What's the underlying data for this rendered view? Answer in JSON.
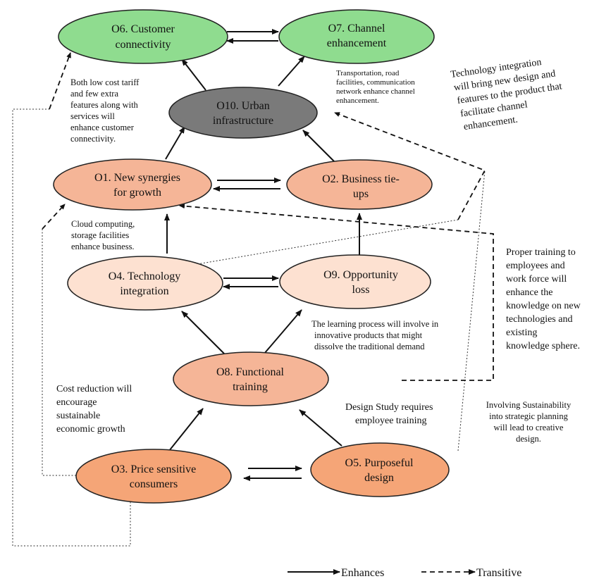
{
  "colors": {
    "green": "#8fdc8f",
    "dark": "#7a7a7a",
    "salmon": "#f5b597",
    "light_peach": "#fde1d1",
    "orange": "#f5a577",
    "line": "#111111"
  },
  "nodes": {
    "o6": {
      "lines": [
        "O6. Customer",
        "connectivity"
      ],
      "color": "green"
    },
    "o7": {
      "lines": [
        "O7. Channel",
        "enhancement"
      ],
      "color": "green"
    },
    "o10": {
      "lines": [
        "O10. Urban",
        "infrastructure"
      ],
      "color": "dark"
    },
    "o1": {
      "lines": [
        "O1. New synergies",
        "for growth"
      ],
      "color": "salmon"
    },
    "o2": {
      "lines": [
        "O2. Business tie-",
        "ups"
      ],
      "color": "salmon"
    },
    "o4": {
      "lines": [
        "O4. Technology",
        "integration"
      ],
      "color": "light_peach"
    },
    "o9": {
      "lines": [
        "O9. Opportunity",
        "loss"
      ],
      "color": "light_peach"
    },
    "o8": {
      "lines": [
        "O8. Functional",
        "training"
      ],
      "color": "salmon"
    },
    "o3": {
      "lines": [
        "O3. Price sensitive",
        "consumers"
      ],
      "color": "orange"
    },
    "o5": {
      "lines": [
        "O5. Purposeful",
        "design"
      ],
      "color": "orange"
    }
  },
  "notes": {
    "customer_connectivity": [
      "Both low cost tariff",
      "and few extra",
      "features along with",
      "services will",
      "enhance customer",
      "connectivity."
    ],
    "channel_enhancement": [
      "Transportation, road",
      "facilities, communication",
      "network enhance channel",
      "enhancement."
    ],
    "technology_integration": [
      "Technology integration",
      "will bring new design and",
      "features to the product that",
      "facilitate channel",
      "enhancement."
    ],
    "cloud_computing": [
      "Cloud computing,",
      "storage facilities",
      "enhance business."
    ],
    "proper_training": [
      "Proper training to",
      "employees and",
      "work force will",
      "enhance the",
      "knowledge on new",
      "technologies and",
      "existing",
      "knowledge sphere."
    ],
    "learning_process": [
      "The learning process will involve in",
      "innovative products that might",
      "dissolve the traditional demand"
    ],
    "cost_reduction": [
      "Cost reduction will",
      "encourage",
      "sustainable",
      "economic growth"
    ],
    "design_study": [
      "Design Study requires",
      "employee training"
    ],
    "sustainability": [
      "Involving Sustainability",
      "into strategic planning",
      "will lead to creative",
      "design."
    ]
  },
  "legend": {
    "enhances": "Enhances",
    "transitive": "Transitive"
  }
}
